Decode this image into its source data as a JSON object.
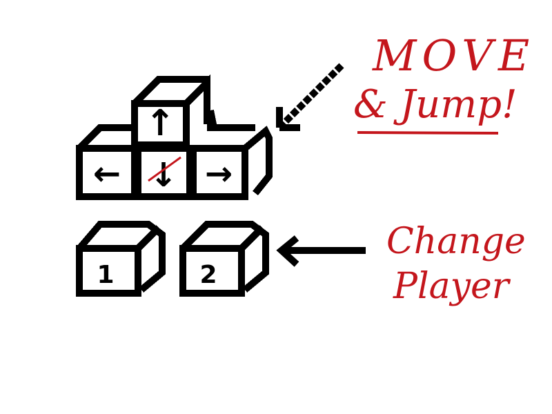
{
  "screen": {
    "title": "Controls",
    "ink_color": "#000000",
    "annotation_color": "#c4161c",
    "background": "#ffffff"
  },
  "controls": {
    "move_group": {
      "keys": [
        {
          "name": "up",
          "glyph": "↑",
          "icon": "arrow-up-icon"
        },
        {
          "name": "left",
          "glyph": "←",
          "icon": "arrow-left-icon"
        },
        {
          "name": "down",
          "glyph": "↓",
          "icon": "arrow-down-icon",
          "crossed_out": true
        },
        {
          "name": "right",
          "glyph": "→",
          "icon": "arrow-right-icon"
        }
      ],
      "note_line1": "MOVE",
      "note_line2": "& Jump!"
    },
    "player_group": {
      "keys": [
        {
          "name": "player-1",
          "label": "1"
        },
        {
          "name": "player-2",
          "label": "2"
        }
      ],
      "note_line1": "Change",
      "note_line2": "Player"
    }
  }
}
